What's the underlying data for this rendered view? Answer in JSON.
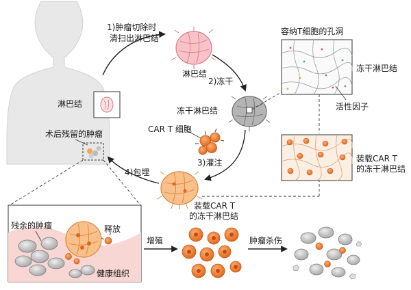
{
  "labels": {
    "step1_line1": "1)肿瘤切除时",
    "step1_line2": "清扫出淋巴结",
    "lymph_node": "淋巴结",
    "step2": "2)冻干",
    "freeze_dried_ln": "冻干淋巴结",
    "car_t_cell": "CAR T 细胞",
    "step3": "3)灌注",
    "step4": "4)包埋",
    "loaded_line1": "装载CAR T",
    "loaded_line2": "的冻干淋巴结",
    "body_lymph": "淋巴结",
    "residual_tumor_after": "术后残留的肿瘤",
    "pores_title": "容纳T细胞的孔洞",
    "freeze_dried_ln_right": "冻干淋巴结",
    "active_factor": "活性因子",
    "loaded_right_line1": "装载CAR T",
    "loaded_right_line2": "的冻干淋巴结",
    "residual_tumor": "残余的肿瘤",
    "release": "释放",
    "healthy_tissue": "健康组织",
    "proliferate": "增殖",
    "tumor_kill": "肿瘤杀伤"
  },
  "colors": {
    "lymph_pink": "#f2a9b0",
    "lymph_gray": "#9a9a9a",
    "lymph_orange": "#f4a766",
    "car_t_orange": "#f07f2a",
    "tumor_gray": "#c9c9c9",
    "body_gray": "#e6e6e6",
    "tissue_pink": "#f8d6d3"
  }
}
